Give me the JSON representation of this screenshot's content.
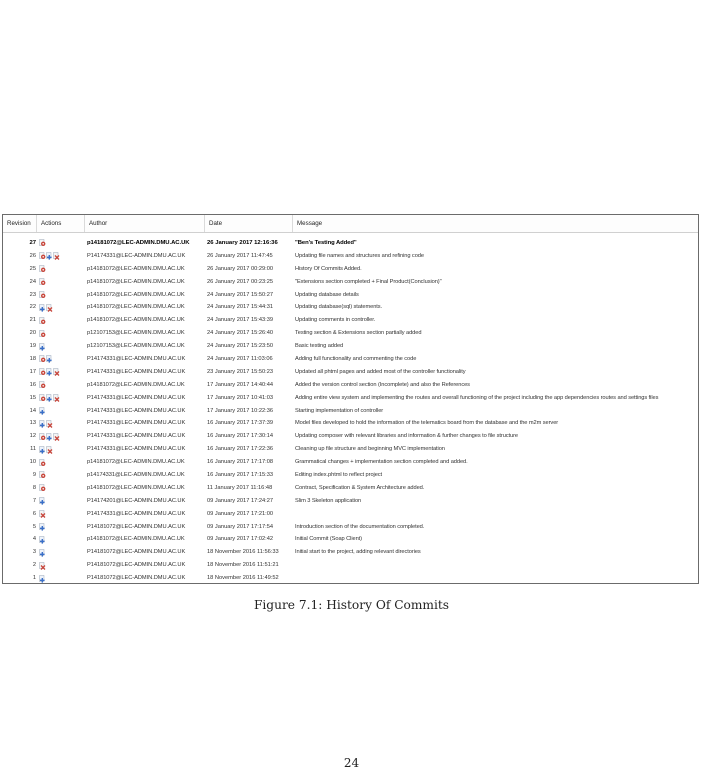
{
  "table": {
    "headers": {
      "revision": "Revision",
      "actions": "Actions",
      "author": "Author",
      "date": "Date",
      "message": "Message"
    },
    "rows": [
      {
        "revision": "27",
        "actions": [
          "modify"
        ],
        "author": "p14181072@LEC-ADMIN.DMU.AC.UK",
        "date": "26 January 2017 12:16:36",
        "message": "\"Ben's Testing Added\"",
        "bold": true
      },
      {
        "revision": "26",
        "actions": [
          "modify",
          "add",
          "delete"
        ],
        "author": "P14174331@LEC-ADMIN.DMU.AC.UK",
        "date": "26 January 2017 11:47:45",
        "message": "Updating file names and structures and refining code"
      },
      {
        "revision": "25",
        "actions": [
          "modify"
        ],
        "author": "p14181072@LEC-ADMIN.DMU.AC.UK",
        "date": "26 January 2017 00:29:00",
        "message": "History Of Commits Added."
      },
      {
        "revision": "24",
        "actions": [
          "modify"
        ],
        "author": "p14181072@LEC-ADMIN.DMU.AC.UK",
        "date": "26 January 2017 00:23:25",
        "message": "\"Extensions section completed + Final Product(Conclusion)\""
      },
      {
        "revision": "23",
        "actions": [
          "modify"
        ],
        "author": "p14181072@LEC-ADMIN.DMU.AC.UK",
        "date": "24 January 2017 15:50:27",
        "message": "Updating database details"
      },
      {
        "revision": "22",
        "actions": [
          "add",
          "delete"
        ],
        "author": "p14181072@LEC-ADMIN.DMU.AC.UK",
        "date": "24 January 2017 15:44:31",
        "message": "Updating database(sql) statements."
      },
      {
        "revision": "21",
        "actions": [
          "modify"
        ],
        "author": "p14181072@LEC-ADMIN.DMU.AC.UK",
        "date": "24 January 2017 15:43:39",
        "message": "Updating comments in controller."
      },
      {
        "revision": "20",
        "actions": [
          "modify"
        ],
        "author": "p12107153@LEC-ADMIN.DMU.AC.UK",
        "date": "24 January 2017 15:26:40",
        "message": "Testing section & Extensions section partially added"
      },
      {
        "revision": "19",
        "actions": [
          "add"
        ],
        "author": "p12107153@LEC-ADMIN.DMU.AC.UK",
        "date": "24 January 2017 15:23:50",
        "message": "Basic testing added"
      },
      {
        "revision": "18",
        "actions": [
          "modify",
          "add"
        ],
        "author": "P14174331@LEC-ADMIN.DMU.AC.UK",
        "date": "24 January 2017 11:03:06",
        "message": "Adding full functionality and commenting the code"
      },
      {
        "revision": "17",
        "actions": [
          "modify",
          "add",
          "delete"
        ],
        "author": "P14174331@LEC-ADMIN.DMU.AC.UK",
        "date": "23 January 2017 15:50:23",
        "message": "Updated all phtml pages and added most of the controller functionality"
      },
      {
        "revision": "16",
        "actions": [
          "modify"
        ],
        "author": "p14181072@LEC-ADMIN.DMU.AC.UK",
        "date": "17 January 2017 14:40:44",
        "message": "Added the version control section (Incomplete) and also the References"
      },
      {
        "revision": "15",
        "actions": [
          "modify",
          "add",
          "delete"
        ],
        "author": "P14174331@LEC-ADMIN.DMU.AC.UK",
        "date": "17 January 2017 10:41:03",
        "message": "Adding entire view system and implementing the routes and overall functioning of the project including the app dependencies routes and settings files"
      },
      {
        "revision": "14",
        "actions": [
          "add"
        ],
        "author": "P14174331@LEC-ADMIN.DMU.AC.UK",
        "date": "17 January 2017 10:22:36",
        "message": "Starting implementation of controller"
      },
      {
        "revision": "13",
        "actions": [
          "add",
          "delete"
        ],
        "author": "P14174331@LEC-ADMIN.DMU.AC.UK",
        "date": "16 January 2017 17:37:39",
        "message": "Model files developed to hold the information of the telematics board from the database and the m2m server"
      },
      {
        "revision": "12",
        "actions": [
          "modify",
          "add",
          "delete"
        ],
        "author": "P14174331@LEC-ADMIN.DMU.AC.UK",
        "date": "16 January 2017 17:30:14",
        "message": "Updating composer with relevant libraries and information & further changes to file structure"
      },
      {
        "revision": "11",
        "actions": [
          "add",
          "delete"
        ],
        "author": "P14174331@LEC-ADMIN.DMU.AC.UK",
        "date": "16 January 2017 17:22:36",
        "message": "Cleaning up file structure and beginning MVC implementation"
      },
      {
        "revision": "10",
        "actions": [
          "modify"
        ],
        "author": "p14181072@LEC-ADMIN.DMU.AC.UK",
        "date": "16 January 2017 17:17:08",
        "message": "Grammatical changes + implementation section completed and added."
      },
      {
        "revision": "9",
        "actions": [
          "modify"
        ],
        "author": "p14174331@LEC-ADMIN.DMU.AC.UK",
        "date": "16 January 2017 17:15:33",
        "message": "Editing index.phtml to reflect project"
      },
      {
        "revision": "8",
        "actions": [
          "modify"
        ],
        "author": "p14181072@LEC-ADMIN.DMU.AC.UK",
        "date": "11 January 2017 11:16:48",
        "message": "Contract, Specification & System Architecture added."
      },
      {
        "revision": "7",
        "actions": [
          "add"
        ],
        "author": "P14174201@LEC-ADMIN.DMU.AC.UK",
        "date": "09 January 2017 17:24:27",
        "message": "Slim 3 Skeleton application"
      },
      {
        "revision": "6",
        "actions": [
          "delete"
        ],
        "author": "P14174331@LEC-ADMIN.DMU.AC.UK",
        "date": "09 January 2017 17:21:00",
        "message": ""
      },
      {
        "revision": "5",
        "actions": [
          "add"
        ],
        "author": "P14181072@LEC-ADMIN.DMU.AC.UK",
        "date": "09 January 2017 17:17:54",
        "message": "Introduction section of the documentation completed."
      },
      {
        "revision": "4",
        "actions": [
          "add"
        ],
        "author": "p14181072@LEC-ADMIN.DMU.AC.UK",
        "date": "09 January 2017 17:02:42",
        "message": "Initial Commit (Soap Client)"
      },
      {
        "revision": "3",
        "actions": [
          "add"
        ],
        "author": "P14181072@LEC-ADMIN.DMU.AC.UK",
        "date": "18 November 2016 11:56:33",
        "message": "Initial start to the project, adding relevant directories"
      },
      {
        "revision": "2",
        "actions": [
          "delete"
        ],
        "author": "P14181072@LEC-ADMIN.DMU.AC.UK",
        "date": "18 November 2016 11:51:21",
        "message": ""
      },
      {
        "revision": "1",
        "actions": [
          "add"
        ],
        "author": "P14181072@LEC-ADMIN.DMU.AC.UK",
        "date": "18 November 2016 11:49:52",
        "message": ""
      }
    ]
  },
  "caption": "Figure 7.1: History Of Commits",
  "page_number": "24",
  "icon_colors": {
    "modify": "#c8453a",
    "add": "#3a6fc8",
    "delete": "#c8453a"
  }
}
